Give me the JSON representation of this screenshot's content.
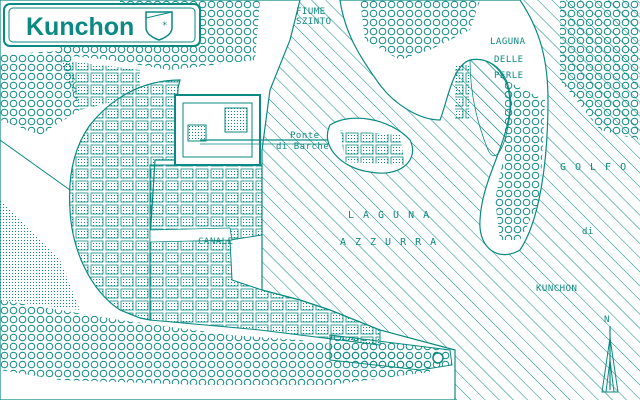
{
  "map": {
    "title": "Kunchon",
    "colors": {
      "ink": "#0a8a82",
      "paper": "#ffffff"
    },
    "labels": {
      "river": [
        "FIUME",
        "SZINTO"
      ],
      "pearl_lagoon": [
        "LAGUNA",
        "DELLE",
        "PERLE"
      ],
      "bridge": [
        "Ponte",
        "di Barche"
      ],
      "azure_lagoon": [
        "LAGUNA",
        "AZZURRA"
      ],
      "canal": "CANALE",
      "gulf": [
        "GOLFO",
        "di",
        "KUNCHON"
      ],
      "north": "N"
    },
    "icons": [
      "coat-of-arms-icon",
      "north-arrow-icon",
      "lighthouse-icon"
    ]
  }
}
